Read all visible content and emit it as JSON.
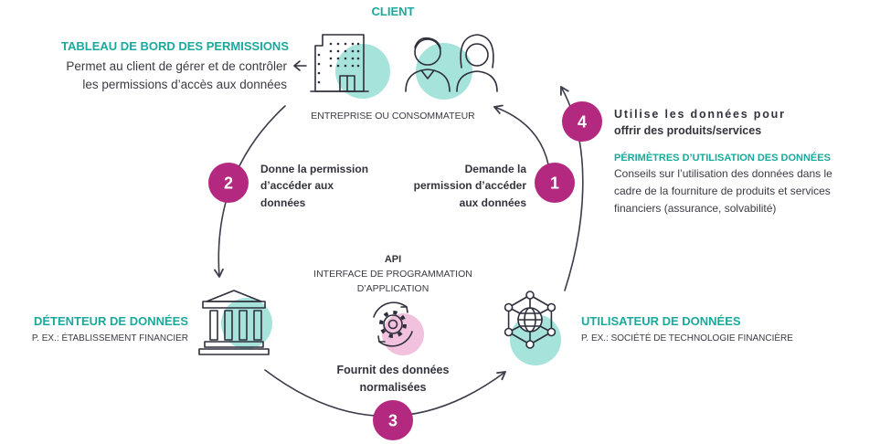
{
  "colors": {
    "teal": "#1aa99b",
    "light_teal": "#a6e3db",
    "magenta": "#b3297f",
    "light_magenta": "#f1c1dd",
    "text": "#3a3a44"
  },
  "client": {
    "title": "CLIENT",
    "subtitle": "ENTREPRISE OU CONSOMMATEUR",
    "icons": [
      "building-icon",
      "people-icon"
    ]
  },
  "dashboard": {
    "title": "TABLEAU DE BORD DES PERMISSIONS",
    "lines": [
      "Permet au client de gérer et de contrôler",
      "les permissions d’accès aux données"
    ]
  },
  "steps": [
    {
      "number": "1",
      "lines": [
        "Demande la",
        "permission d’accéder",
        "aux données"
      ]
    },
    {
      "number": "2",
      "lines": [
        "Donne la permission",
        "d’accéder aux",
        "données"
      ]
    },
    {
      "number": "3",
      "lines": [
        "Fournit des données",
        "normalisées"
      ]
    },
    {
      "number": "4",
      "lines": [
        "Utilise les données pour",
        "offrir des produits/services"
      ]
    }
  ],
  "scope": {
    "title": "PÉRIMÈTRES D’UTILISATION DES DONNÉES",
    "lines": [
      "Conseils sur l’utilisation des données dans le",
      "cadre de la fourniture de produits et services",
      "financiers (assurance, solvabilité)"
    ]
  },
  "api": {
    "title": "API",
    "lines": [
      "INTERFACE DE PROGRAMMATION",
      "D’APPLICATION"
    ],
    "icon": "gear-sync-icon"
  },
  "holder": {
    "title": "DÉTENTEUR DE DONNÉES",
    "subtitle": "P. EX.: ÉTABLISSEMENT FINANCIER",
    "icon": "bank-icon"
  },
  "user": {
    "title": "UTILISATEUR DE DONNÉES",
    "subtitle": "P. EX.: SOCIÉTÉ DE TECHNOLOGIE FINANCIÈRE",
    "icon": "network-globe-icon"
  }
}
